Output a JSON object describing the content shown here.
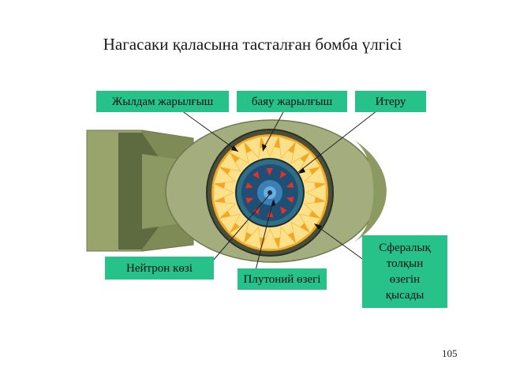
{
  "title": "Нагасаки қаласына тасталған бомба үлгісі",
  "labels": {
    "fast_explosive": "Жылдам жарылғыш",
    "slow_explosive": "баяу жарылғыш",
    "pusher": "Итеру",
    "neutron_source": "Нейтрон көзі",
    "plutonium_core": "Плутоний өзегі",
    "spherical_wave": [
      "Сфералық",
      "толқын",
      "өзегін",
      "қысады"
    ]
  },
  "page_number": "105",
  "colors": {
    "label_bg": "#26c28a",
    "casing": "#a3ad7e",
    "casing_dark": "#6e7a4f",
    "explosive_outer": "#f5a81f",
    "explosive_inner": "#fde08a",
    "pusher": "#2f6f86",
    "core": "#1f4f74",
    "arrows": "#e53222"
  }
}
